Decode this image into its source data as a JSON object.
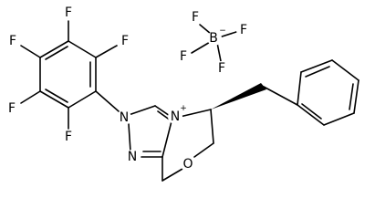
{
  "structure": {
    "atoms": {
      "f_top": "F",
      "f_upper_left": "F",
      "f_left": "F",
      "f_lower_left": "F",
      "f_upper_right": "F",
      "n_triazole_2": "N",
      "n_triazole_1": "N",
      "n_triazole_4": "N",
      "o_ring": "O",
      "b_borate": "B",
      "f_b_top": "F",
      "f_b_left": "F",
      "f_b_right": "F",
      "f_b_bottom": "F"
    },
    "charges": {
      "n_cation": "+",
      "b_anion": "−"
    }
  },
  "colors": {
    "bond": "#000000",
    "text": "#000000",
    "background": "#ffffff"
  }
}
